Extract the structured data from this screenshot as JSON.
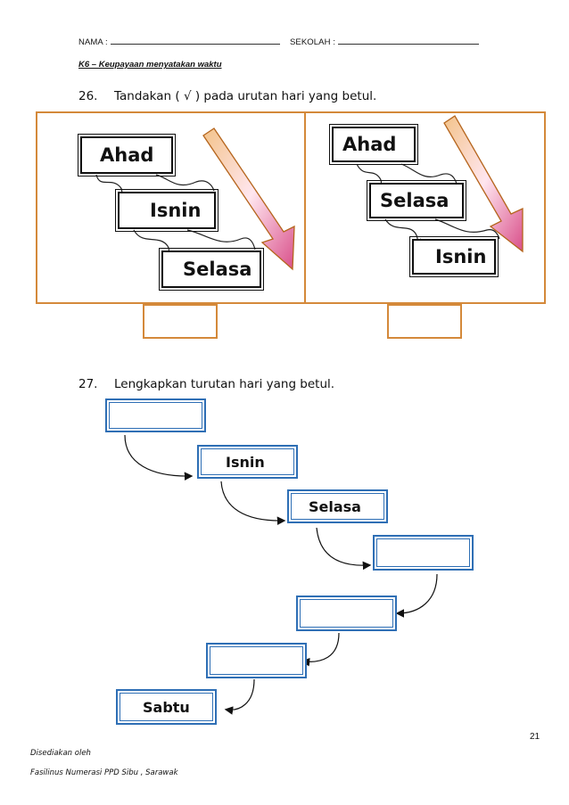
{
  "header": {
    "name_label": "NAMA   :",
    "school_label": "SEKOLAH :"
  },
  "topic": "K6 – Keupayaan menyatakan waktu",
  "q26": {
    "number": "26.",
    "text": "Tandakan ( √ ) pada urutan hari yang betul.",
    "left_panel": {
      "day1": "Ahad",
      "day2": "Isnin",
      "day3": "Selasa"
    },
    "right_panel": {
      "day1": "Ahad",
      "day2": "Selasa",
      "day3": "Isnin"
    }
  },
  "q27": {
    "number": "27.",
    "text": "Lengkapkan turutan hari yang betul.",
    "boxes": [
      "",
      "Isnin",
      "Selasa",
      "",
      "",
      "",
      "Sabtu"
    ]
  },
  "footer": {
    "page_number": "21",
    "line1": "Disediakan oleh",
    "line2": "Fasilinus Numerasi PPD Sibu , Sarawak"
  },
  "colors": {
    "panel_border": "#d4893a",
    "box_border": "#2f6fb5",
    "arrow": "#d94f8a"
  }
}
